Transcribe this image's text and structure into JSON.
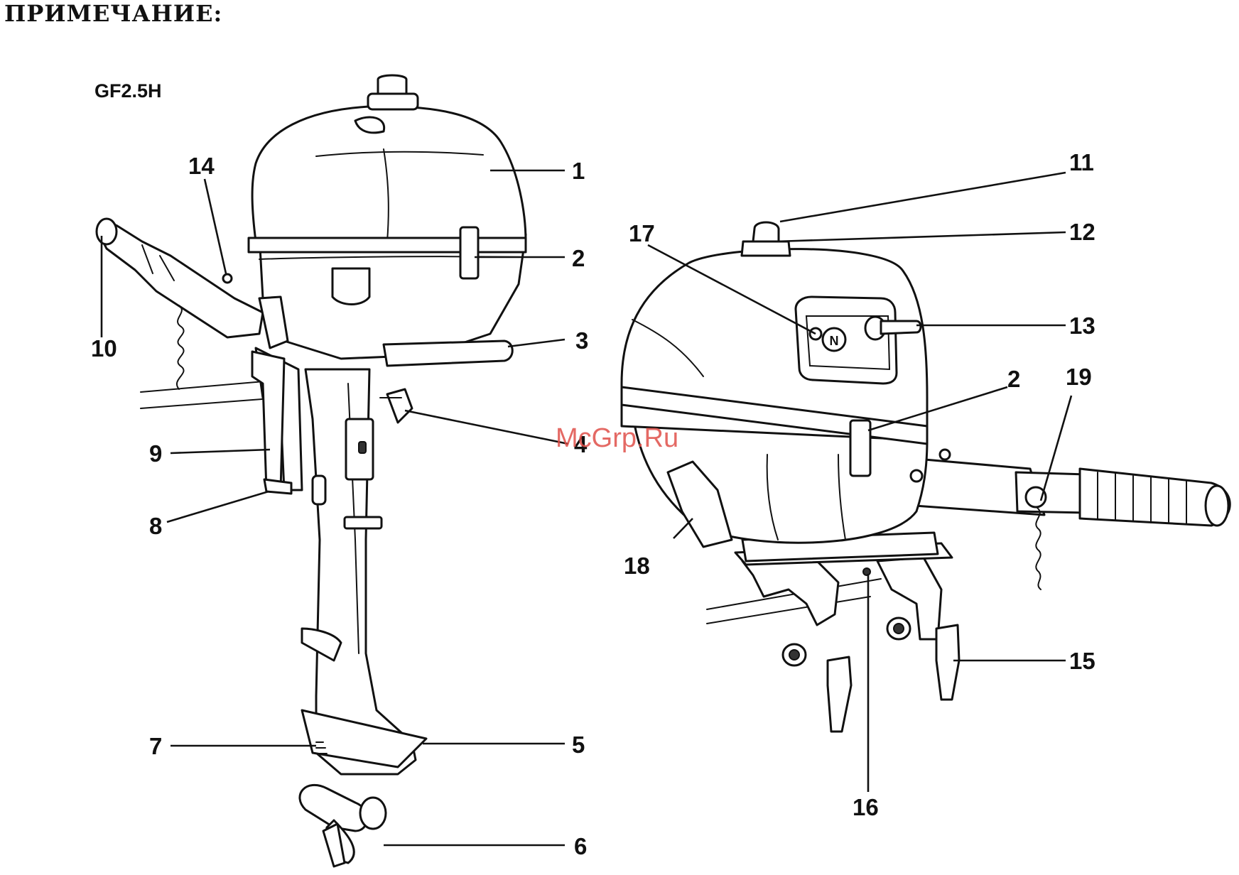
{
  "heading": "ПРИМЕЧАНИЕ:",
  "model": "GF2.5H",
  "watermark": "McGrp.Ru",
  "callouts": {
    "c1": "1",
    "c2": "2",
    "c3": "3",
    "c4": "4",
    "c5": "5",
    "c6": "6",
    "c7": "7",
    "c8": "8",
    "c9": "9",
    "c10": "10",
    "c14": "14",
    "c11": "11",
    "c12": "12",
    "c13": "13",
    "c2b": "2",
    "c19": "19",
    "c17": "17",
    "c18": "18",
    "c15": "15",
    "c16": "16"
  },
  "engine_symbol": "N"
}
